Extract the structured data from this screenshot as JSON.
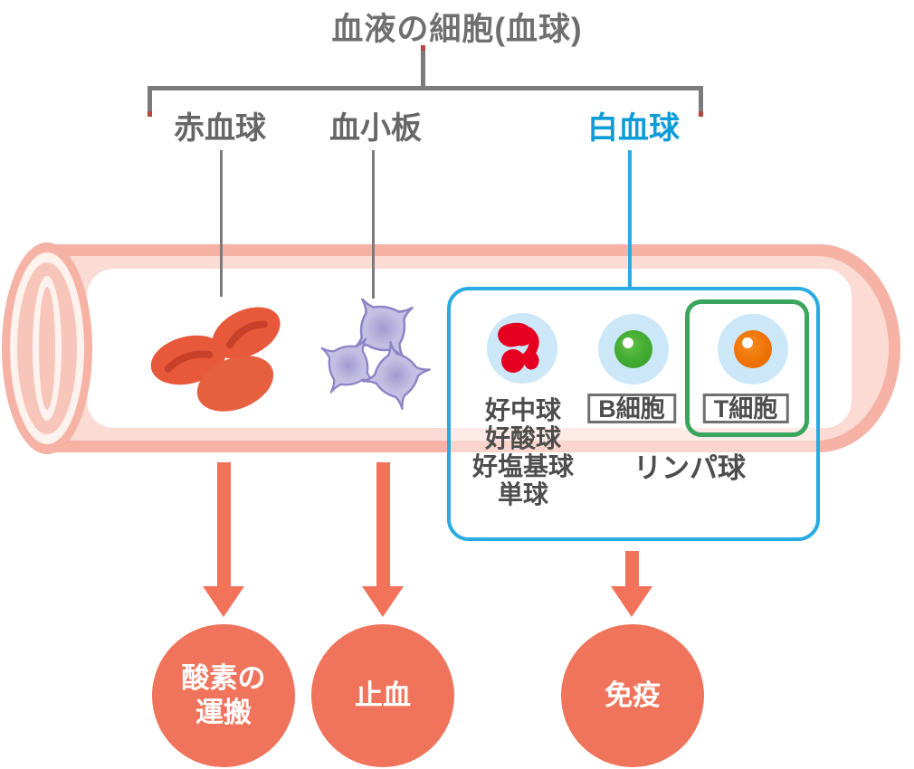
{
  "title": "血液の細胞(血球)",
  "branches": [
    {
      "label": "赤血球",
      "color": "#666666"
    },
    {
      "label": "血小板",
      "color": "#666666"
    },
    {
      "label": "白血球",
      "color": "#0e9cd8"
    }
  ],
  "wbc_box": {
    "granulocytes": [
      "好中球",
      "好酸球",
      "好塩基球",
      "単球"
    ],
    "b_cell": "B細胞",
    "t_cell": "T細胞",
    "lymphocytes": "リンパ球"
  },
  "functions": [
    {
      "label": "酸素の\n運搬"
    },
    {
      "label": "止血"
    },
    {
      "label": "免疫"
    }
  ],
  "colors": {
    "salmon_arrow": "#f3735a",
    "function_circle": "#f0745c",
    "vessel_wall": "#f5b2a5",
    "vessel_wall_light": "#fbdbd3",
    "rbc": "#e8583a",
    "rbc_shadow": "#c8402a",
    "platelet_fill": "#c3bee2",
    "platelet_outline": "#8d84c6",
    "wbc_box_border": "#29abe2",
    "t_cell_box_border": "#3aa55c",
    "cell_body": "#cbe7f8",
    "neutrophil_nucleus": "#e50021",
    "b_nucleus": "#44ad33",
    "t_nucleus": "#ee7203",
    "label_gray": "#666666",
    "label_blue": "#0e9cd8",
    "bracket_gray": "#7b7b7b"
  }
}
